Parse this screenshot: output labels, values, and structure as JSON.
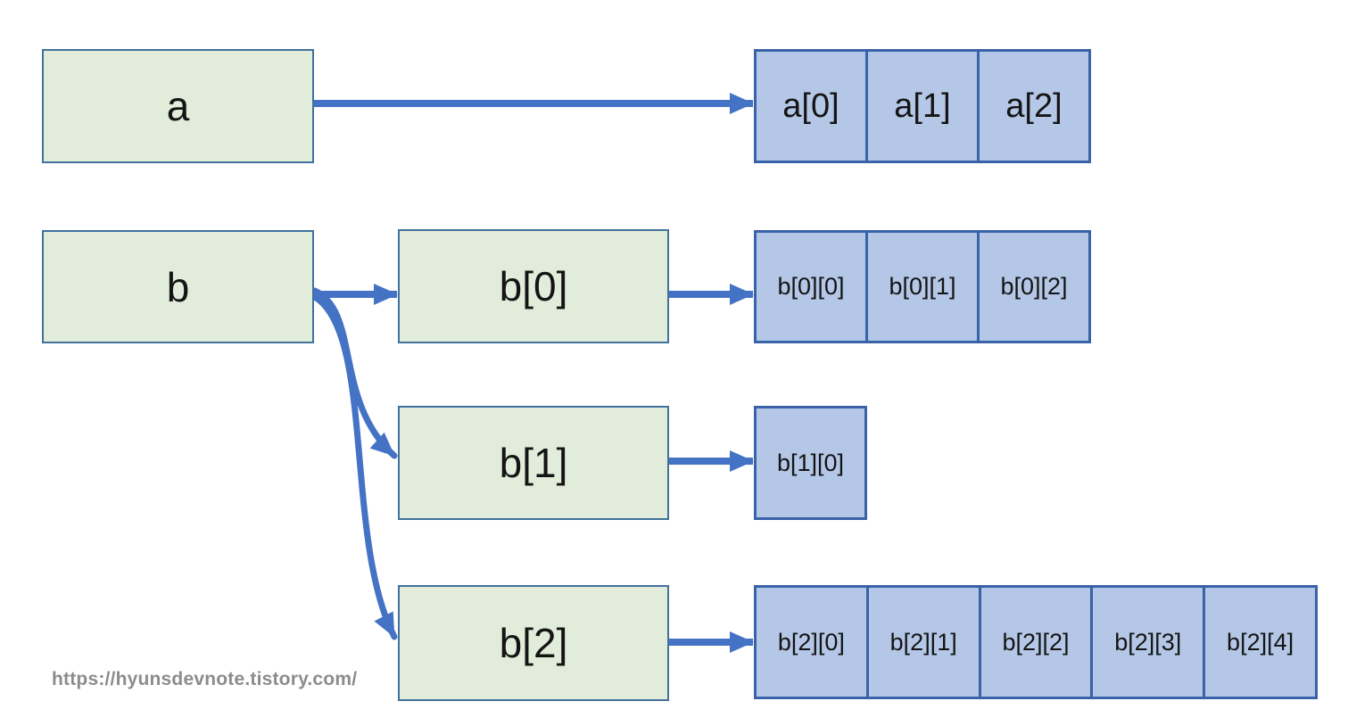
{
  "colors": {
    "arrow": "#4472c4",
    "pointer_box_fill": "#e2ecda",
    "pointer_box_border": "#41719c",
    "cell_fill": "#b4c7e7",
    "cell_border": "#3a62a8",
    "label_text": "#141414",
    "watermark_text": "#8c8c8c",
    "background": "#ffffff"
  },
  "diagram": {
    "a": {
      "label": "a",
      "cells": [
        "a[0]",
        "a[1]",
        "a[2]"
      ]
    },
    "b": {
      "label": "b",
      "rows": [
        {
          "label": "b[0]",
          "cells": [
            "b[0][0]",
            "b[0][1]",
            "b[0][2]"
          ]
        },
        {
          "label": "b[1]",
          "cells": [
            "b[1][0]"
          ]
        },
        {
          "label": "b[2]",
          "cells": [
            "b[2][0]",
            "b[2][1]",
            "b[2][2]",
            "b[2][3]",
            "b[2][4]"
          ]
        }
      ]
    },
    "connections": [
      {
        "from": "a",
        "to": "a cells array"
      },
      {
        "from": "b",
        "to": "b[0]"
      },
      {
        "from": "b",
        "to": "b[1]"
      },
      {
        "from": "b",
        "to": "b[2]"
      },
      {
        "from": "b[0]",
        "to": "b[0] cells array"
      },
      {
        "from": "b[1]",
        "to": "b[1] cell"
      },
      {
        "from": "b[2]",
        "to": "b[2] cells array"
      }
    ],
    "watermark": "https://hyunsdevnote.tistory.com/"
  }
}
